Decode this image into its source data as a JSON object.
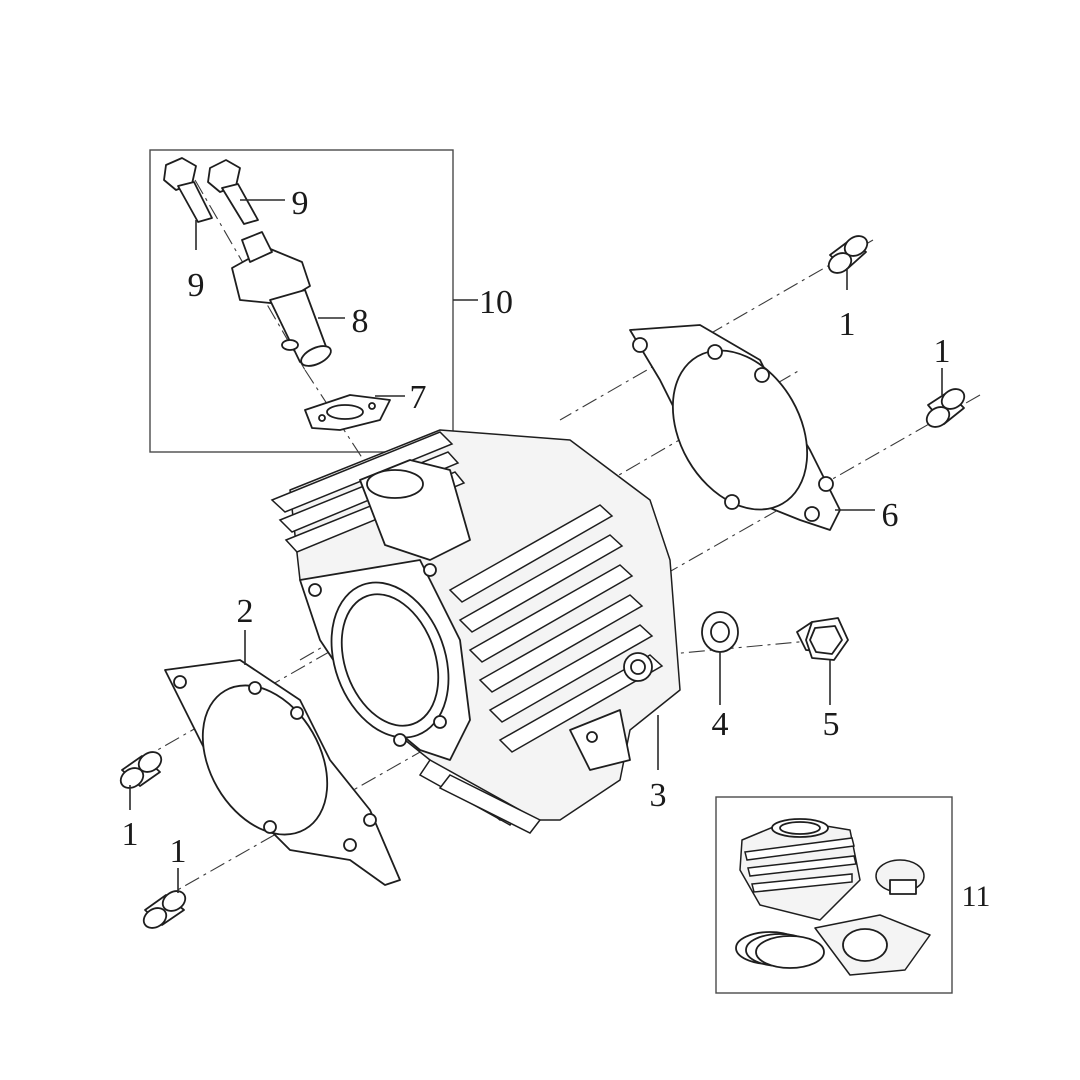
{
  "callouts": {
    "c1a": "1",
    "c1b": "1",
    "c1c": "1",
    "c1d": "1",
    "c2": "2",
    "c3": "3",
    "c4": "4",
    "c5": "5",
    "c6": "6",
    "c7": "7",
    "c8": "8",
    "c9a": "9",
    "c9b": "9",
    "c10": "10",
    "c11": "11"
  }
}
